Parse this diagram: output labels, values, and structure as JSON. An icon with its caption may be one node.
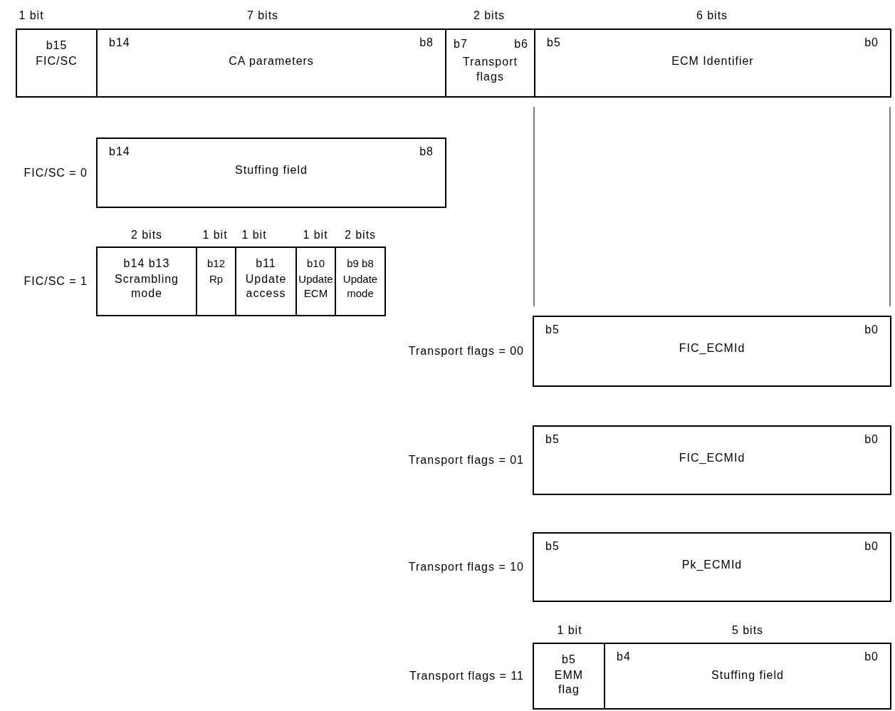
{
  "diagram": {
    "nodes": [
      {
        "text": [
          "b15",
          "FIC/SC"
        ]
      },
      {
        "text": [
          "b14",
          "b8",
          "CA parameters"
        ]
      },
      {
        "text": [
          "b7",
          "b6",
          "Transport flags"
        ]
      },
      {
        "text": [
          "b5",
          "b0",
          "ECM Identifier"
        ]
      },
      {
        "text": [
          "b14",
          "b8",
          "Stuffing field"
        ],
        "beside": [
          "FIC/SC = 0"
        ]
      },
      {
        "text": [
          "b14 b13",
          "Scrambling mode"
        ],
        "beside": [
          "FIC/SC = 1"
        ]
      },
      {
        "text": [
          "b12",
          "Rp"
        ]
      },
      {
        "text": [
          "b11",
          "Update access"
        ]
      },
      {
        "text": [
          "b10",
          "Update ECM"
        ]
      },
      {
        "text": [
          "b9 b8",
          "Update mode"
        ]
      },
      {
        "text": [
          "b5",
          "b0",
          "FIC_ECMId"
        ],
        "beside": [
          "Transport flags = 00"
        ]
      },
      {
        "text": [
          "b5",
          "b0",
          "FIC_ECMId"
        ],
        "beside": [
          "Transport flags = 01"
        ]
      },
      {
        "text": [
          "b5",
          "b0",
          "Pk_ECMId"
        ],
        "beside": [
          "Transport flags = 10"
        ]
      },
      {
        "text": [
          "b5",
          "EMM flag"
        ],
        "beside": [
          "Transport flags = 11"
        ]
      },
      {
        "text": [
          "b4",
          "b0",
          "Stuffing field"
        ]
      }
    ],
    "labels": [
      "1 bit",
      "7 bits",
      "2 bits",
      "6 bits",
      "2 bits",
      "1 bit",
      "1 bit",
      "1 bit",
      "2 bits",
      "1 bit",
      "5 bits"
    ]
  }
}
